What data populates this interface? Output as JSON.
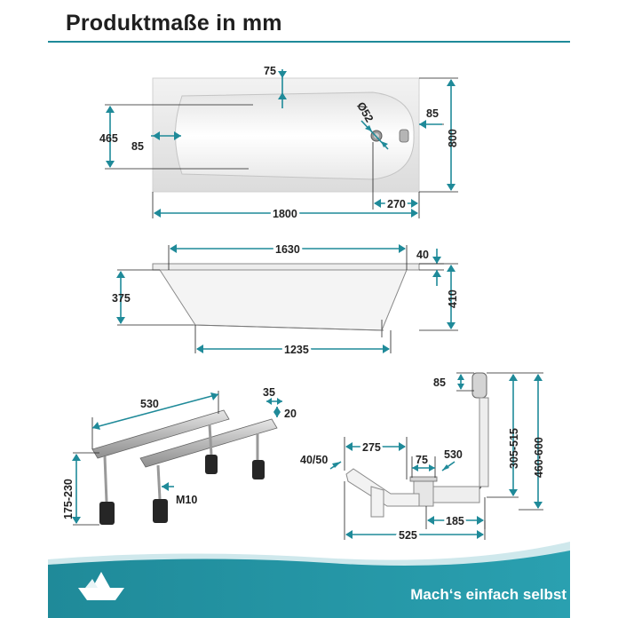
{
  "title": "Produktmaße in mm",
  "footer": {
    "slogan": "Mach‘s einfach selbst"
  },
  "colors": {
    "accent": "#1f8a99",
    "text": "#1f1f1f",
    "footer_band": "#1f8a99"
  },
  "icons": {
    "footer_logo": "paper-boat-icon"
  },
  "top_view": {
    "dims": {
      "top_rim": "75",
      "drain_diameter": "Ø52",
      "drain_side_rim": "85",
      "total_width": "800",
      "inner_length": "465",
      "side_rim": "85",
      "total_length": "1800",
      "drain_offset": "270"
    }
  },
  "side_view": {
    "dims": {
      "top_length": "1630",
      "rim_height": "40",
      "depth": "375",
      "total_height": "410",
      "bottom_length": "1235"
    }
  },
  "feet": {
    "dims": {
      "rail_length": "530",
      "profile_width": "35",
      "profile_height": "20",
      "height_range": "175-230",
      "thread": "M10"
    }
  },
  "drain_set": {
    "dims": {
      "cap_height": "85",
      "range_a": "305-515",
      "range_b": "460-600",
      "outlet_diameter": "40/50",
      "horizontal_a": "275",
      "pipe_width": "75",
      "cable_length": "530",
      "horizontal_b": "185",
      "total_length": "525"
    }
  }
}
